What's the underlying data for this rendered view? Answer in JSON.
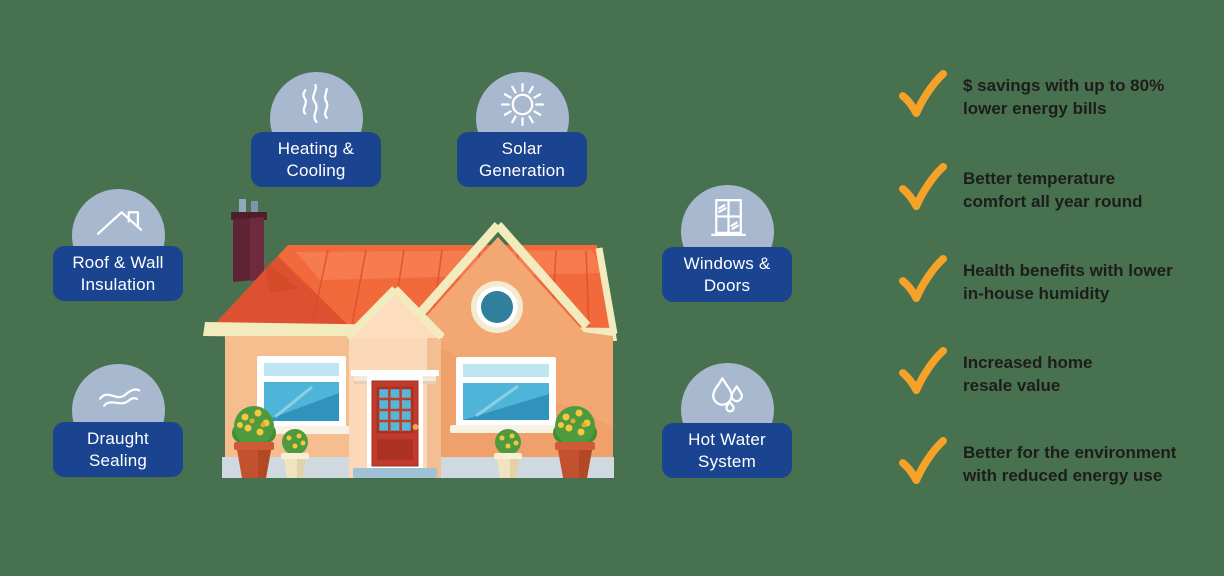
{
  "background_color": "#48714F",
  "palette": {
    "label_navy": "#1A4490",
    "badge_circle_blue_gray": "#A7B8CF",
    "check_orange": "#F6A229",
    "benefit_text": "#1D1D1B",
    "roof_orange": "#F26A3C",
    "wall_peach": "#F6BD8E"
  },
  "feature_tags": [
    {
      "id": "heating-cooling",
      "line1": "Heating &",
      "line2": "Cooling",
      "icon": "heat-waves-icon"
    },
    {
      "id": "solar-generation",
      "line1": "Solar",
      "line2": "Generation",
      "icon": "sun-icon"
    },
    {
      "id": "roof-wall-insulation",
      "line1": "Roof & Wall",
      "line2": "Insulation",
      "icon": "roof-icon"
    },
    {
      "id": "windows-doors",
      "line1": "Windows &",
      "line2": "Doors",
      "icon": "window-icon"
    },
    {
      "id": "draught-sealing",
      "line1": "Draught",
      "line2": "Sealing",
      "icon": "wind-icon"
    },
    {
      "id": "hot-water-system",
      "line1": "Hot Water",
      "line2": "System",
      "icon": "water-drops-icon"
    }
  ],
  "benefits": [
    {
      "line1": "$ savings with up to 80%",
      "line2": "lower energy bills"
    },
    {
      "line1": "Better temperature",
      "line2": "comfort all year round"
    },
    {
      "line1": "Health benefits with lower",
      "line2": "in-house humidity"
    },
    {
      "line1": "Increased home",
      "line2": "resale value"
    },
    {
      "line1": "Better for the environment",
      "line2": "with reduced energy use"
    }
  ],
  "illustration": {
    "name": "house-illustration"
  }
}
